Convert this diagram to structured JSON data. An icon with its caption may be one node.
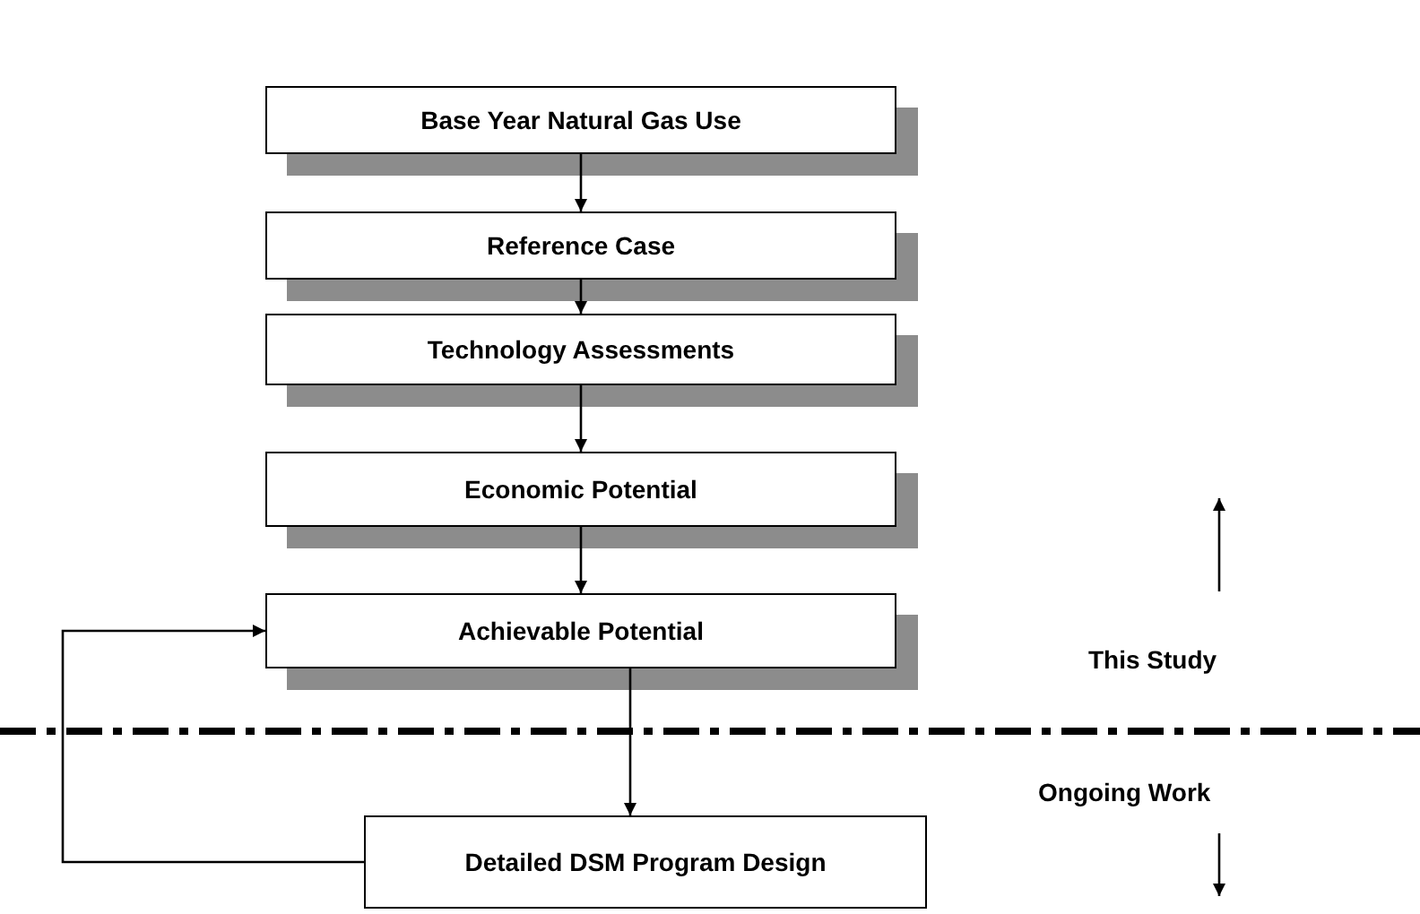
{
  "diagram": {
    "nodes": [
      {
        "text": [
          "Base Year Natural Gas Use"
        ]
      },
      {
        "text": [
          "Reference Case"
        ]
      },
      {
        "text": [
          "Technology Assessments"
        ]
      },
      {
        "text": [
          "Economic Potential"
        ]
      },
      {
        "text": [
          "Achievable Potential"
        ]
      },
      {
        "text": [
          "Detailed DSM Program Design"
        ]
      }
    ],
    "edges": [
      {
        "from": 0,
        "to": 1,
        "arrow": "to"
      },
      {
        "from": 1,
        "to": 2,
        "arrow": "to"
      },
      {
        "from": 2,
        "to": 3,
        "arrow": "to"
      },
      {
        "from": 3,
        "to": 4,
        "arrow": "to"
      },
      {
        "from": 4,
        "to": 5,
        "arrow": "to"
      },
      {
        "from": 5,
        "to": 4,
        "arrow": "to"
      }
    ],
    "labels": [
      "This Study",
      "Ongoing Work"
    ]
  }
}
